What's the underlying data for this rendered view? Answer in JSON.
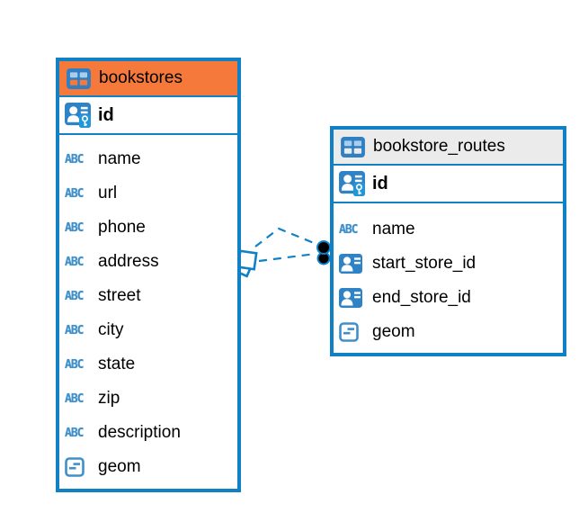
{
  "diagram": {
    "kind": "entity-relationship-diagram",
    "background": "#ffffff",
    "accent_blue": "#1181c5",
    "selected_header_orange": "#f5793b",
    "header_gray": "#ebebeb"
  },
  "icons": {
    "text_glyph": "ABC",
    "table_icon": "table-grid-icon",
    "primary_key_icon": "person-key-icon",
    "reference_icon": "person-ref-icon",
    "geometry_icon": "square-dash-icon"
  },
  "tables": [
    {
      "name": "bookstores",
      "header_color": "#f5793b",
      "selected": true,
      "primary_key": {
        "name": "id"
      },
      "columns": [
        {
          "name": "name",
          "type": "text"
        },
        {
          "name": "url",
          "type": "text"
        },
        {
          "name": "phone",
          "type": "text"
        },
        {
          "name": "address",
          "type": "text"
        },
        {
          "name": "street",
          "type": "text"
        },
        {
          "name": "city",
          "type": "text"
        },
        {
          "name": "state",
          "type": "text"
        },
        {
          "name": "zip",
          "type": "text"
        },
        {
          "name": "description",
          "type": "text"
        },
        {
          "name": "geom",
          "type": "geometry"
        }
      ]
    },
    {
      "name": "bookstore_routes",
      "header_color": "#ebebeb",
      "selected": false,
      "primary_key": {
        "name": "id"
      },
      "columns": [
        {
          "name": "name",
          "type": "text"
        },
        {
          "name": "start_store_id",
          "type": "reference"
        },
        {
          "name": "end_store_id",
          "type": "reference"
        },
        {
          "name": "geom",
          "type": "geometry"
        }
      ]
    }
  ],
  "relationships": [
    {
      "from_table": "bookstore_routes",
      "from_column": "start_store_id",
      "to_table": "bookstores",
      "to_column": "id",
      "line_style": "dashed"
    },
    {
      "from_table": "bookstore_routes",
      "from_column": "end_store_id",
      "to_table": "bookstores",
      "to_column": "id",
      "line_style": "dashed"
    }
  ]
}
